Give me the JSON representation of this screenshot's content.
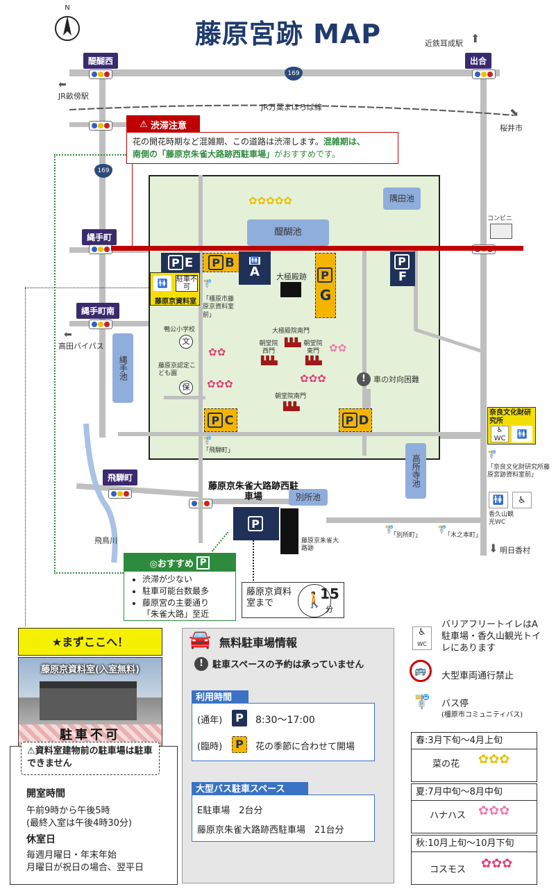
{
  "title": "藤原宮跡 MAP",
  "compass": "N",
  "top": {
    "kintetsu": "近鉄耳成駅",
    "jr_unebi": "JR畝傍駅",
    "jr_line": "JR万葉まほろば線",
    "sakurai": "桜井市",
    "route": "169",
    "daigo_west": "醍醐西",
    "deai": "出合"
  },
  "jam": {
    "header": "渋滞注意",
    "text1": "花の開花時期など混雑期、この道路は渋滞します。",
    "text2": "混雑期は、",
    "text3": "南側の「藤原京朱雀大路跡西駐車場」",
    "text4": "がおすすめです。"
  },
  "map": {
    "nawate": "縄手町",
    "nawate_south": "縄手町南",
    "hida": "飛騨町",
    "takada": "高田バイパス",
    "asuka_river": "飛鳥川",
    "nawate_pond": "縄手池",
    "daigo_pond": "醍醐池",
    "sumida_pond": "隅田池",
    "takatokoro_pond": "高所寺池",
    "betsusho_pond": "別所池",
    "konbini": "コンビニ",
    "daigokuden": "大極殿跡",
    "daigokuden_gate": "大極殿院南門",
    "chodo_west": "朝堂院西門",
    "chodo_east": "朝堂院東門",
    "chodo_south": "朝堂院南門",
    "kamo_school": "鴨公小学校",
    "school_sym": "文",
    "nursery": "藤原京認定こども園",
    "nursery_sym": "保",
    "no_pass": "車の対向困難",
    "bus_kashihara": "「橿原市藤原京資料室前」",
    "bus_hida": "「飛騨町」",
    "bus_betsusho": "「別所町」",
    "bus_kinomoto": "「木之本町」",
    "bus_nabunken": "「奈良文化財研究所藤原宮跡資料室前」",
    "suzaku_site": "藤原京朱雀大路跡",
    "west_parking": "藤原京朱雀大路跡西駐車場",
    "asuka_dir": "明日香村",
    "shiryoshitsu": "藤原京資料室",
    "no_parking": "駐車不可",
    "nabunken": "奈良文化財研究所",
    "kaguyama_wc": "香久山観光WC",
    "walk_to": "藤原京資料室まで",
    "walk_min": "15",
    "walk_unit": "分",
    "p_e": "E",
    "p_b": "B",
    "p_a": "A",
    "p_g": "G",
    "p_f": "F",
    "p_c": "C",
    "p_d": "D",
    "p_letter": "P",
    "wc": "WC"
  },
  "recommend": {
    "title": "◎おすすめ",
    "items": [
      "渋滞が少ない",
      "駐車可能台数最多",
      "藤原宮の主要通り",
      "「朱雀大路」至近"
    ]
  },
  "left": {
    "start": "★まずここへ！",
    "photo_title": "藤原京資料室(入室無料)",
    "no_parking": "駐車不可",
    "warn": "資料室建物前の駐車場は駐車できません",
    "hours_title": "開室時間",
    "hours1": "午前9時から午後5時",
    "hours2": "(最終入室は午後4時30分)",
    "closed_title": "休室日",
    "closed1": "毎週月曜日・年末年始",
    "closed2": "月曜日が祝日の場合、翌平日"
  },
  "parking": {
    "title": "無料駐車場情報",
    "notice": "駐車スペースの予約は承っていません",
    "hours_title": "利用時間",
    "regular": "(通年)",
    "regular_time": "8:30～17:00",
    "temp": "(臨時)",
    "temp_text": "花の季節に合わせて開場",
    "bus_title": "大型バス駐車スペース",
    "bus1": "E駐車場　2台分",
    "bus2": "藤原京朱雀大路跡西駐車場　21台分"
  },
  "legend": {
    "barrier": "バリアフリートイレはA駐車場・香久山観光トイレにあります",
    "no_large": "大型車両通行禁止",
    "bus_stop": "バス停",
    "bus_stop_sub": "(橿原市コミュニティバス)"
  },
  "seasons": [
    {
      "period": "春:3月下旬～4月上旬",
      "flower": "菜の花"
    },
    {
      "period": "夏:7月中旬～8月中旬",
      "flower": "ハナハス"
    },
    {
      "period": "秋:10月上旬～10月下旬",
      "flower": "コスモス"
    }
  ],
  "colors": {
    "navy": "#1f3158",
    "yellow": "#f4b400",
    "red": "#c00000",
    "green": "#2e8b3e",
    "map_bg": "#e4f1d8"
  }
}
